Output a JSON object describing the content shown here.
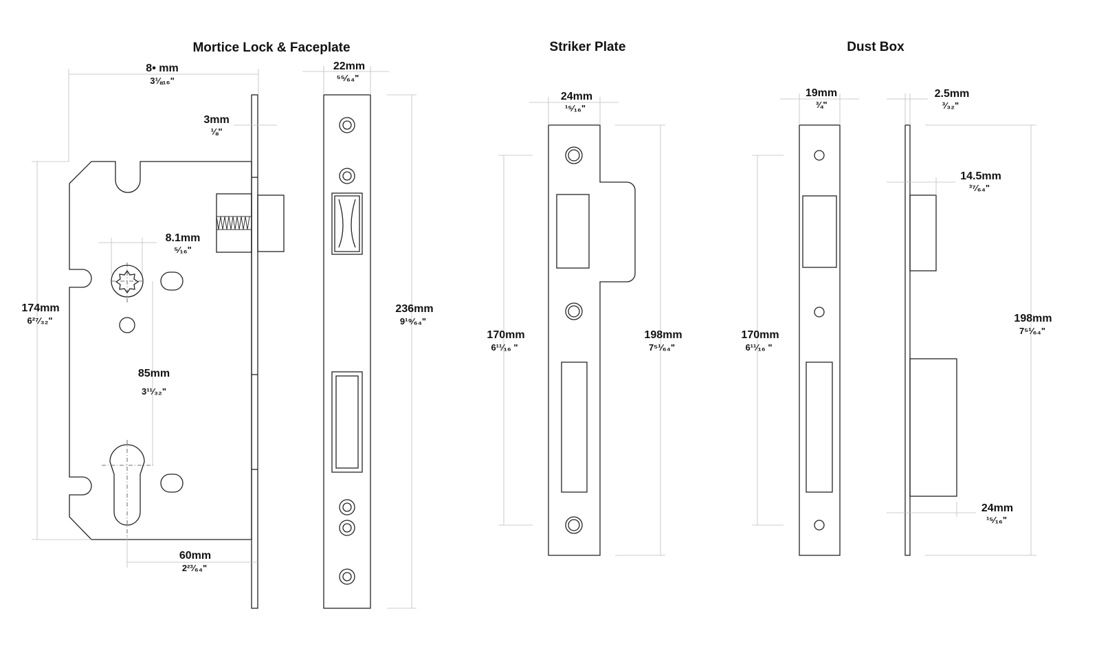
{
  "titles": {
    "lock": "Mortice Lock & Faceplate",
    "striker": "Striker Plate",
    "dust": "Dust Box"
  },
  "dims": {
    "lock_depth": {
      "mm": "8• mm",
      "inch": "3⅛₁₆\""
    },
    "faceplate_width": {
      "mm": "22mm",
      "inch": "⁵⁵⁄₆₄\""
    },
    "faceplate_thickness": {
      "mm": "3mm",
      "inch": "⅛\""
    },
    "spindle": {
      "mm": "8.1mm",
      "inch": "⁵⁄₁₆\""
    },
    "body_height": {
      "mm": "174mm",
      "inch": "6²⁷⁄₃₂\""
    },
    "centres": {
      "mm": "85mm",
      "inch": "3¹¹⁄₃₂\""
    },
    "backset": {
      "mm": "60mm",
      "inch": "2²³⁄₆₄\""
    },
    "faceplate_height": {
      "mm": "236mm",
      "inch": "9¹⁹⁄₆₄\""
    },
    "striker_width": {
      "mm": "24mm",
      "inch": "¹⁵⁄₁₆\""
    },
    "striker_holes": {
      "mm": "170mm",
      "inch": "6¹¹⁄₁₆ \""
    },
    "striker_height": {
      "mm": "198mm",
      "inch": "7⁵¹⁄₆₄\""
    },
    "dust_width": {
      "mm": "19mm",
      "inch": "¾\""
    },
    "dust_plate": {
      "mm": "2.5mm",
      "inch": "³⁄₃₂\""
    },
    "dust_holes": {
      "mm": "170mm",
      "inch": "6¹¹⁄₁₆ \""
    },
    "dust_latch_depth": {
      "mm": "14.5mm",
      "inch": "³⁷⁄₆₄\""
    },
    "dust_height": {
      "mm": "198mm",
      "inch": "7⁵¹⁄₆₄\""
    },
    "dust_box_depth": {
      "mm": "24mm",
      "inch": "¹⁵⁄₁₆\""
    }
  }
}
